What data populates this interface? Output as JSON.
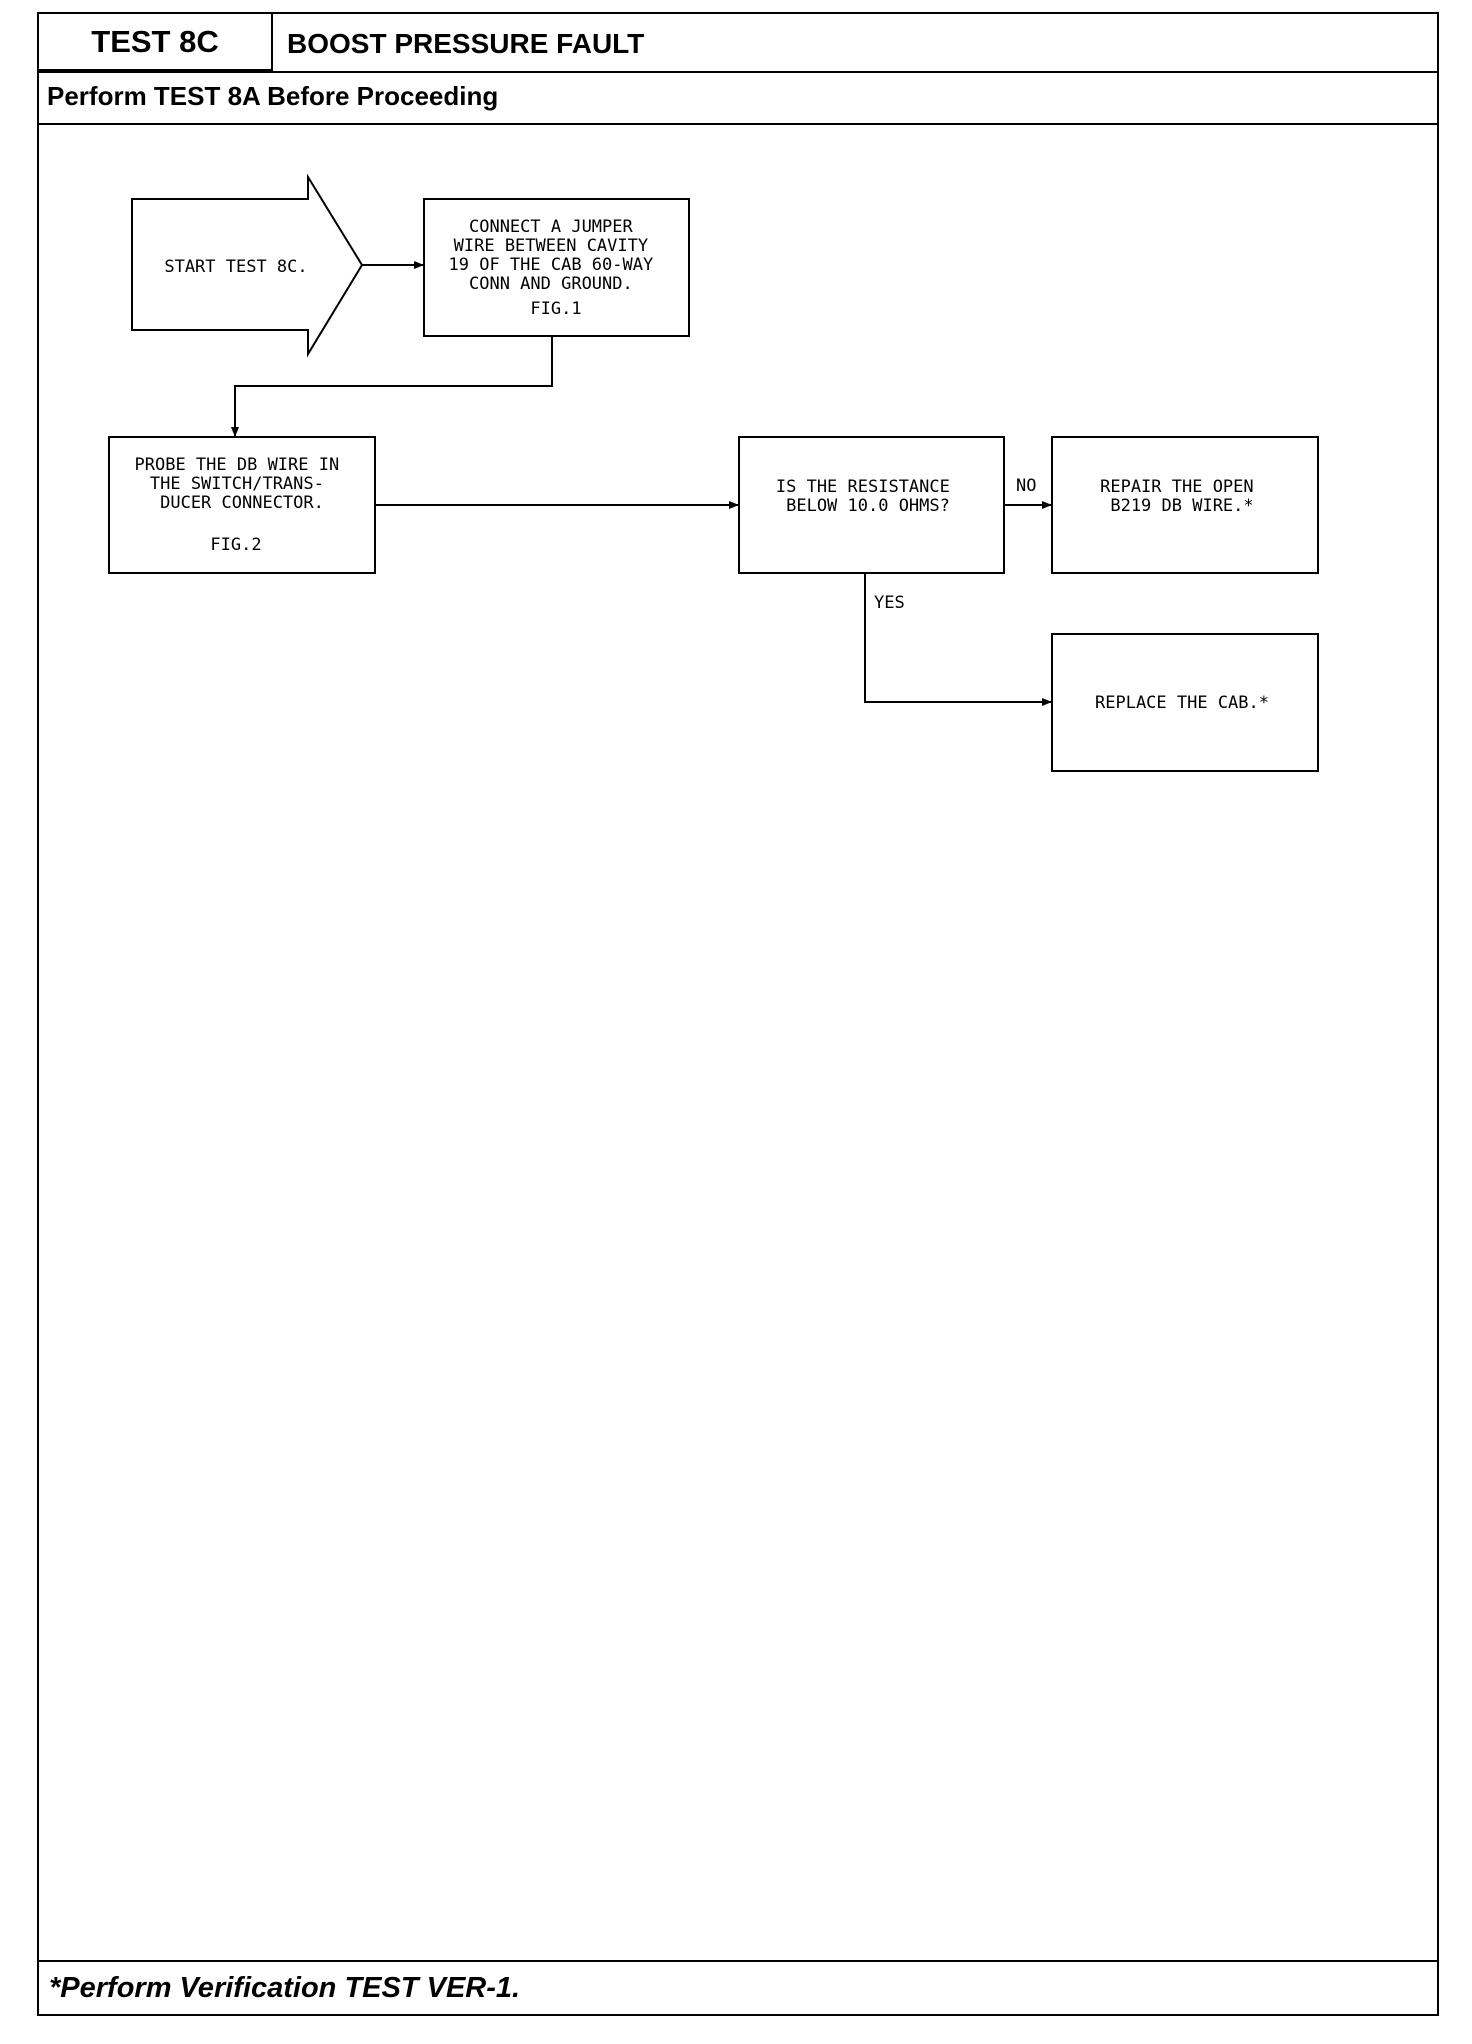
{
  "header": {
    "test_id": "TEST 8C",
    "title": "BOOST PRESSURE FAULT",
    "prerequisite": "Perform TEST 8A Before Proceeding"
  },
  "footer": {
    "note": "*Perform Verification TEST VER-1."
  },
  "flowchart": {
    "start": [
      "START TEST 8C."
    ],
    "connect_jumper": [
      "CONNECT A JUMPER",
      "WIRE BETWEEN CAVITY",
      "19 OF THE CAB 60-WAY",
      "CONN AND GROUND.",
      "FIG.1"
    ],
    "probe_wire": [
      "PROBE THE DB WIRE IN",
      "THE SWITCH/TRANS-",
      "DUCER CONNECTOR."
    ],
    "probe_fig": "FIG.2",
    "resistance_question": [
      "IS THE RESISTANCE",
      "BELOW 10.0 OHMS?"
    ],
    "repair_open": [
      "REPAIR THE OPEN",
      "B219 DB WIRE.*"
    ],
    "replace_cab": [
      "REPLACE THE CAB.*"
    ],
    "label_no": "NO",
    "label_yes": "YES"
  }
}
